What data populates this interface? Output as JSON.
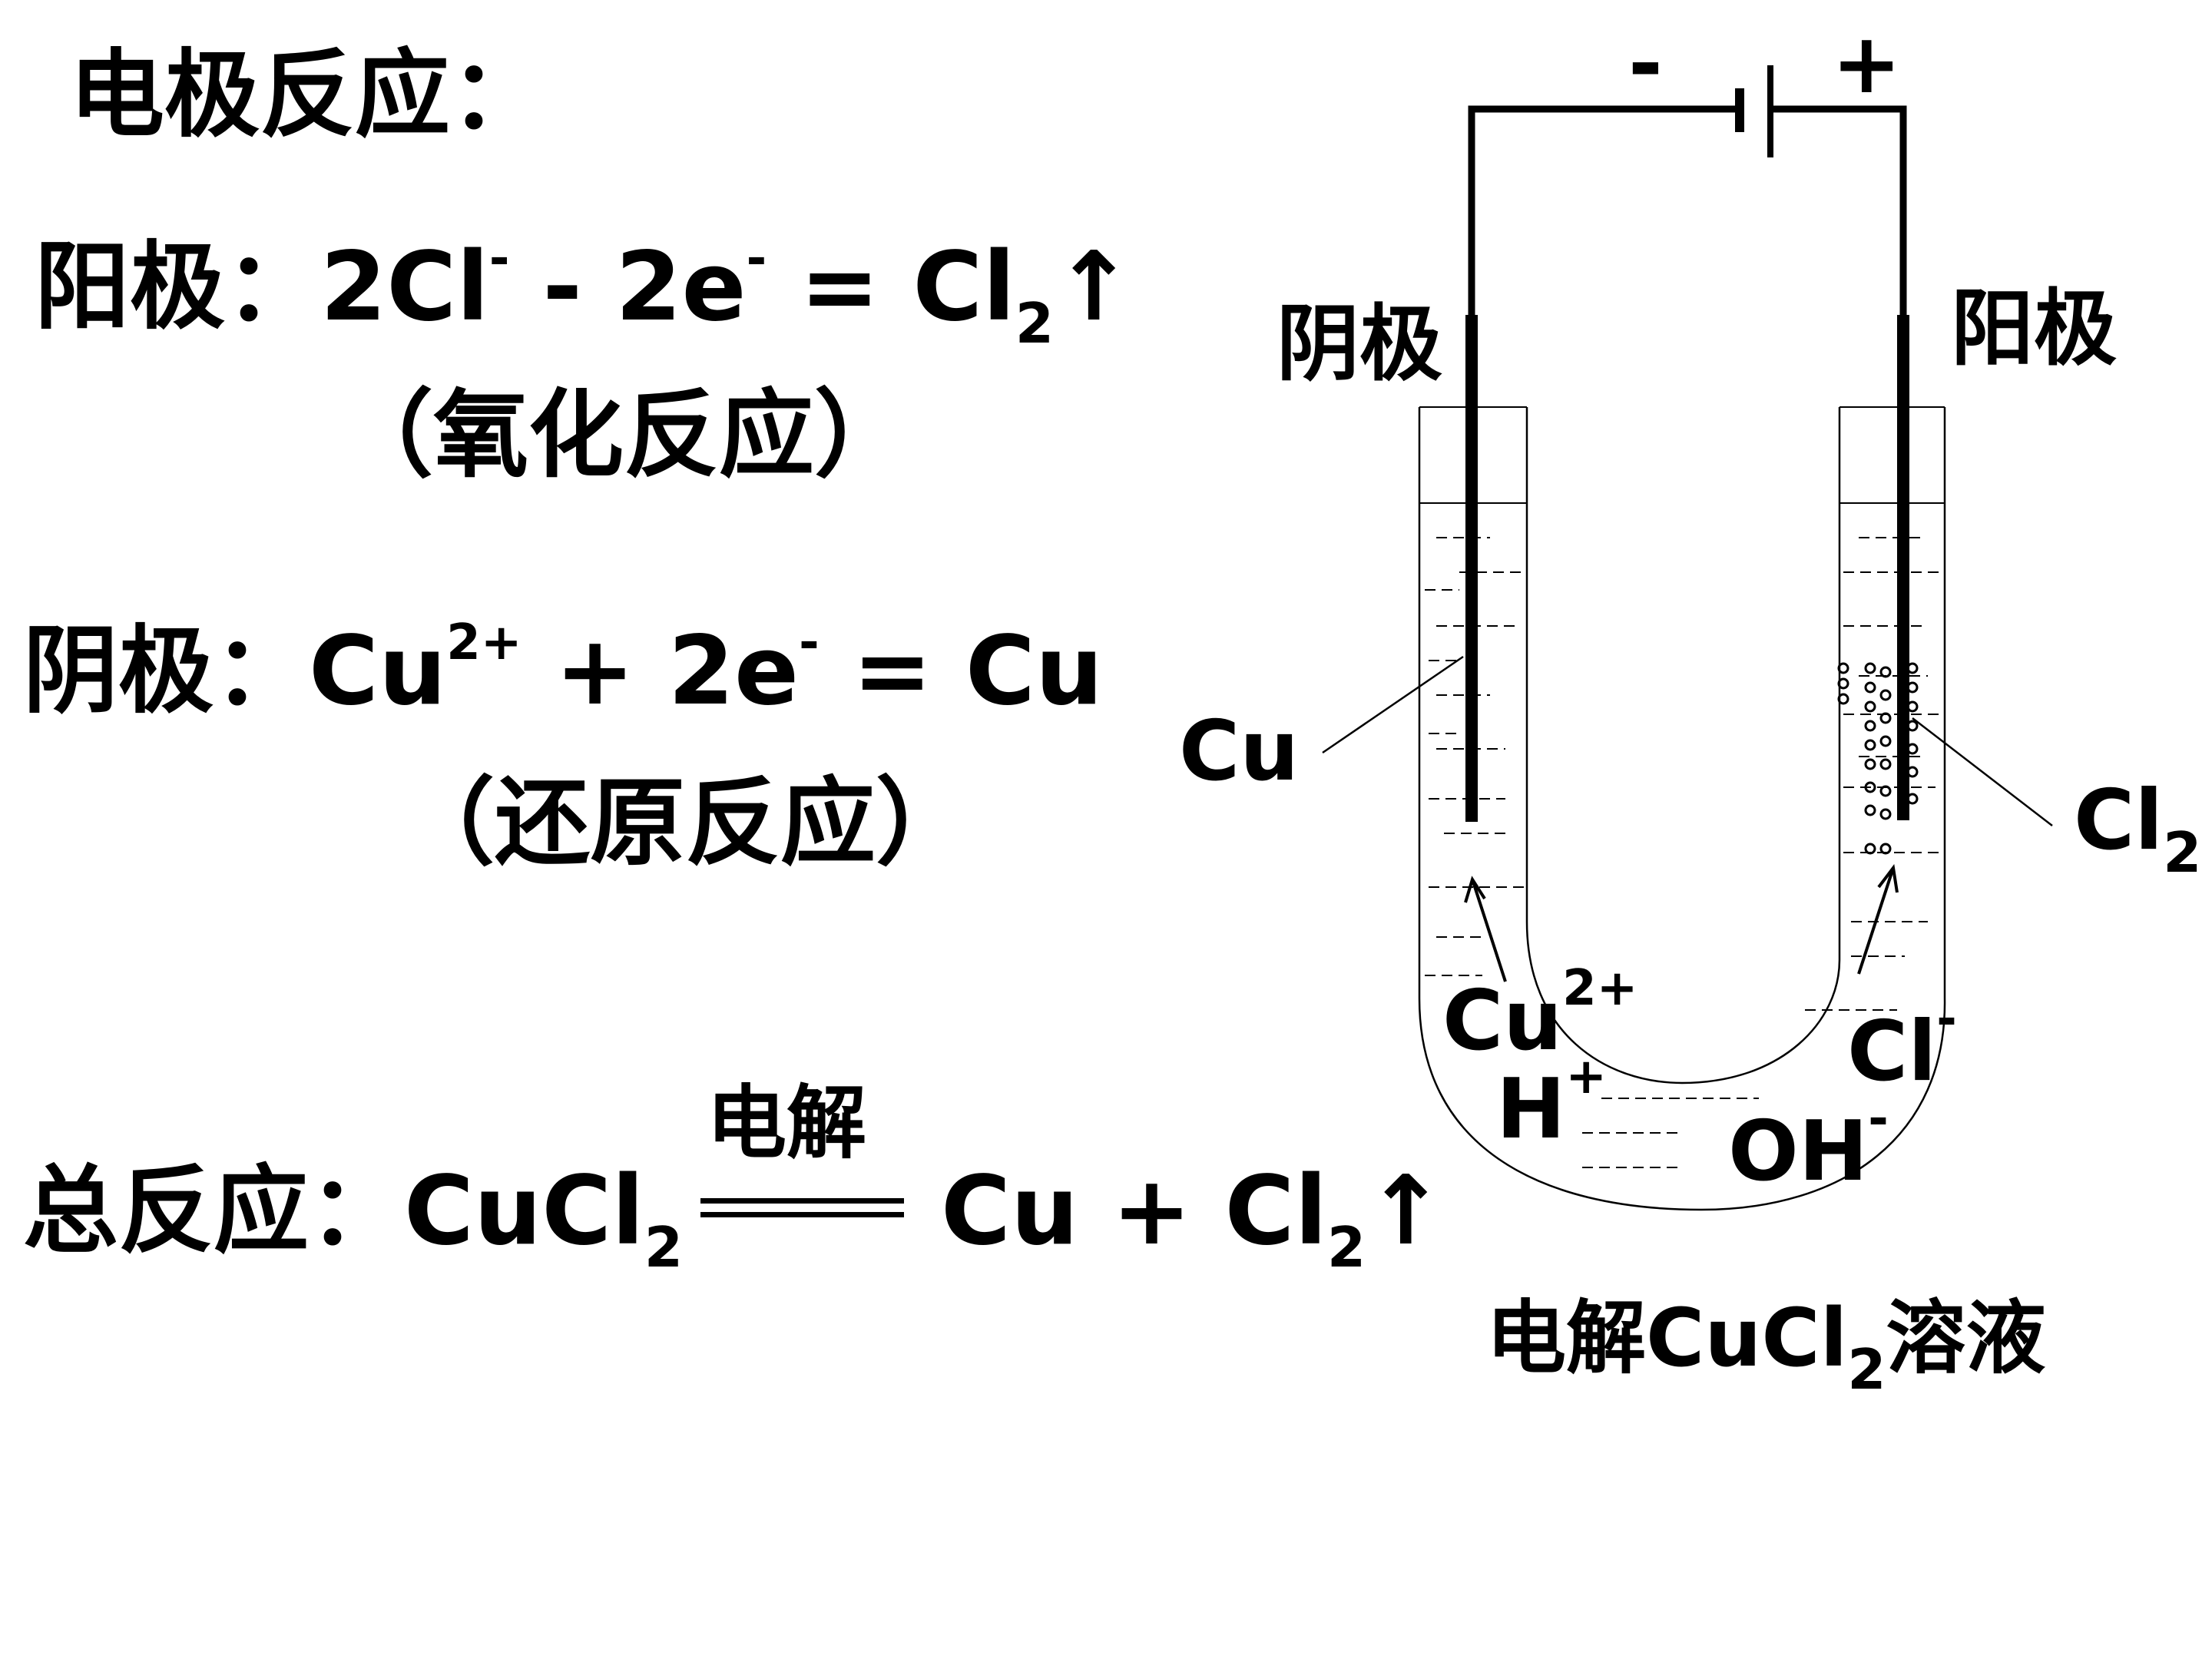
{
  "heading": "电极反应：",
  "anode_eq": {
    "label": "阳极：",
    "term1": "2Cl",
    "term1_sup": "-",
    "minus": "-",
    "term2": "2e",
    "term2_sup": "-",
    "equals": "=",
    "product": "Cl",
    "product_sub": "2",
    "arrow": "↑",
    "note": "（氧化反应）"
  },
  "cathode_eq": {
    "label": "阴极：",
    "term1": "Cu",
    "term1_sup": "2+",
    "plus": "+",
    "term2": "2e",
    "term2_sup": "-",
    "equals": "=",
    "product": "Cu",
    "note": "（还原反应）"
  },
  "total_eq": {
    "label": "总反应：",
    "reactant": "CuCl",
    "reactant_sub": "2",
    "condition": "电解",
    "product1": "Cu",
    "plus": "+",
    "product2": "Cl",
    "product2_sub": "2",
    "arrow": "↑"
  },
  "diagram": {
    "battery_neg": "-",
    "battery_pos": "+",
    "cathode_label": "阴极",
    "anode_label": "阳极",
    "cu_electrode_label": "Cu",
    "cl2_label": "Cl",
    "cl2_sub": "2",
    "ion_cu": "Cu",
    "ion_cu_sup": "2+",
    "ion_h": "H",
    "ion_h_sup": "+",
    "ion_cl": "Cl",
    "ion_cl_sup": "-",
    "ion_oh": "OH",
    "ion_oh_sup": "-",
    "caption_pre": "电解CuCl",
    "caption_sub": "2",
    "caption_post": "溶液"
  }
}
